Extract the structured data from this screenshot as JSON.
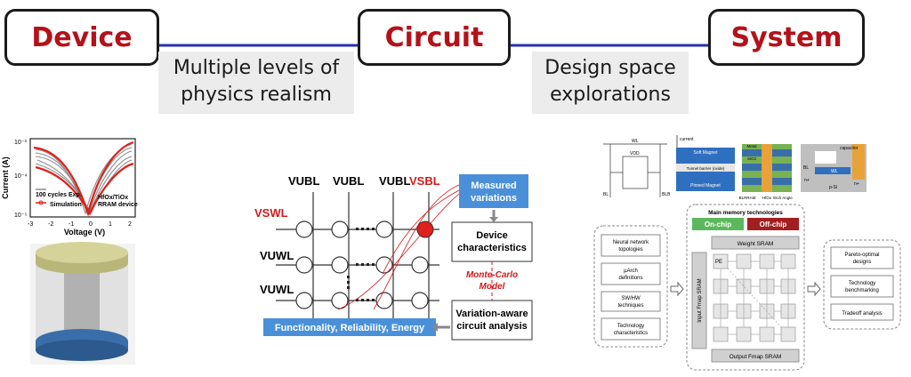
{
  "levels": {
    "device": "Device",
    "circuit": "Circuit",
    "system": "System"
  },
  "captions": {
    "device_to_circuit": [
      "Multiple levels of",
      "physics realism"
    ],
    "circuit_to_system": [
      "Design space",
      "explorations"
    ]
  },
  "device_panel": {
    "y_axis_label": "Current (A)",
    "x_axis_label": "Voltage (V)",
    "y_ticks": [
      "10⁻³",
      "10⁻⁴",
      "10⁻⁵"
    ],
    "x_ticks": [
      "-3",
      "-2",
      "-1",
      "0",
      "1",
      "2"
    ],
    "legend_exp": "100 cycles Exp.",
    "legend_sim": "Simulation",
    "device_name_1": "HfOx/TiOx",
    "device_name_2": "RRAM device"
  },
  "circuit_panel": {
    "col_labels": [
      "VUBL",
      "VUBL",
      "VUBL",
      "VSBL"
    ],
    "row_labels": [
      "VSWL",
      "VUWL",
      "VUWL"
    ],
    "measured_1": "Measured",
    "measured_2": "variations",
    "device_char_1": "Device",
    "device_char_2": "characteristics",
    "monte_carlo_1": "Monte-Carlo",
    "monte_carlo_2": "Model",
    "variation_aware_1": "Variation-aware",
    "variation_aware_2": "circuit analysis",
    "functionality": "Functionality, Reliability, Energy"
  },
  "system_panel": {
    "tech_labels": {
      "wl": "WL",
      "vdd": "VDD",
      "bl": "BL",
      "blb": "BLB",
      "current": "current",
      "soft_magnet": "Soft Magnet",
      "tunnel_barrier": "Tunnel barrier (oxide)",
      "pinned_magnet": "Pinned Magnet",
      "metal": "Metal",
      "sio2": "SiO2",
      "hfox": "HfOx",
      "bl_rram": "BLRRAM",
      "etch_angle": "Etch Angle",
      "capacitor": "capacitor",
      "n_plus": "n+",
      "p_si": "p-Si",
      "bl_dram": "BL",
      "wl_dram": "WL"
    },
    "memory_title": "Main memory technologies",
    "on_chip": "On-chip",
    "off_chip": "Off-chip",
    "weight_sram": "Weight SRAM",
    "input_fmap": "Input Fmap SRAM",
    "output_fmap": "Output Fmap SRAM",
    "pe": "PE",
    "inputs": [
      [
        "Neural network",
        "topologies"
      ],
      [
        "µArch",
        "definitions"
      ],
      [
        "SW/HW",
        "techniques"
      ],
      [
        "Technology",
        "characteristics"
      ]
    ],
    "outputs": [
      [
        "Pareto-optimal",
        "designs"
      ],
      [
        "Technology",
        "benchmarking"
      ],
      [
        "Tradeoff analysis"
      ]
    ]
  },
  "colors": {
    "title_red": "#b3121a",
    "connector_blue": "#2a2fb0",
    "caption_gray": "#ececec",
    "circuit_blue": "#4a90d9",
    "on_chip_green": "#5cb85c",
    "off_chip_red": "#a31f1f",
    "sim_red": "#e0201a"
  }
}
